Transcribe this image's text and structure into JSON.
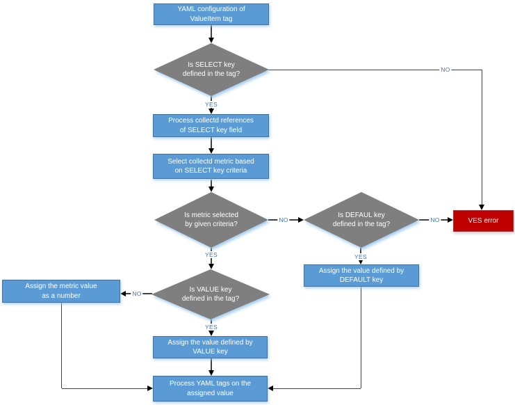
{
  "diagram": {
    "type": "flowchart",
    "nodes": {
      "start": {
        "lines": [
          "YAML configuration of",
          "ValueItem tag"
        ]
      },
      "select_key": {
        "lines": [
          "Is SELECT key",
          "defined in the tag?"
        ]
      },
      "process_refs": {
        "lines": [
          "Process collectd references",
          "of SELECT key field"
        ]
      },
      "select_metric": {
        "lines": [
          "Select collectd metric based",
          "on SELECT key criteria"
        ]
      },
      "metric_selected": {
        "lines": [
          "Is metric selected",
          "by given criteria?"
        ]
      },
      "default_key": {
        "lines": [
          "Is DEFAUL key",
          "defined in the tag?"
        ]
      },
      "ves_error": {
        "lines": [
          "VES error"
        ]
      },
      "assign_default": {
        "lines": [
          "Assign the value defined by",
          "DEFAULT key"
        ]
      },
      "value_key": {
        "lines": [
          "Is VALUE key",
          "defined in the tag?"
        ]
      },
      "assign_number": {
        "lines": [
          "Assign the metric value",
          "as a number"
        ]
      },
      "assign_value": {
        "lines": [
          "Assign the value defined by",
          "VALUE key"
        ]
      },
      "process_tags": {
        "lines": [
          "Process YAML tags on the",
          "assigned value"
        ]
      }
    },
    "edge_labels": {
      "yes": "YES",
      "no": "NO"
    },
    "colors": {
      "process_fill": "#5B9BD5",
      "process_border": "#41719C",
      "decision_fill": "#7F7F7F",
      "error_fill": "#C00000",
      "error_border": "#953735",
      "edge_label": "#4472C4",
      "connector": "#404040",
      "background": "#FFFFFF"
    }
  }
}
